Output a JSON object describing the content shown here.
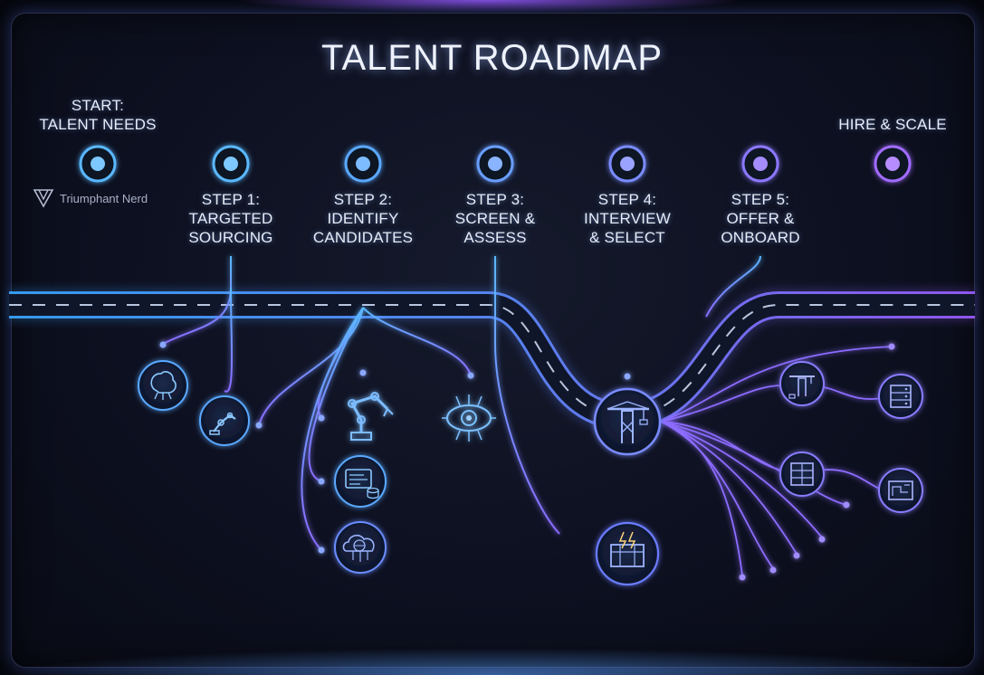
{
  "title": "TALENT ROADMAP",
  "brand": {
    "name": "Triumphant Nerd",
    "icon": "triangle-v-logo-icon"
  },
  "milestones": [
    {
      "id": "start",
      "lines": [
        "START:",
        "TALENT NEEDS"
      ]
    },
    {
      "id": "step1",
      "lines": [
        "STEP 1:",
        "TARGETED",
        "SOURCING"
      ]
    },
    {
      "id": "step2",
      "lines": [
        "STEP 2:",
        "IDENTIFY",
        "CANDIDATES"
      ]
    },
    {
      "id": "step3",
      "lines": [
        "STEP 3:",
        "SCREEN &",
        "ASSESS"
      ]
    },
    {
      "id": "step4",
      "lines": [
        "STEP 4:",
        "INTERVIEW",
        "& SELECT"
      ]
    },
    {
      "id": "step5",
      "lines": [
        "STEP 5:",
        "OFFER &",
        "ONBOARD"
      ]
    },
    {
      "id": "end",
      "lines": [
        "HIRE & SCALE"
      ]
    }
  ],
  "icons": [
    "brain-circuit-icon",
    "robot-arm-icon",
    "robot-arm-icon",
    "code-screen-icon",
    "cloud-network-icon",
    "eye-circuit-icon",
    "crane-icon",
    "power-station-icon",
    "crane-icon",
    "server-rack-icon",
    "server-rack-icon",
    "blueprint-icon"
  ],
  "colors": {
    "blue": "#4fb3ff",
    "purple": "#9b6bff",
    "text": "#e6ecf8",
    "background": "#0d1020"
  }
}
